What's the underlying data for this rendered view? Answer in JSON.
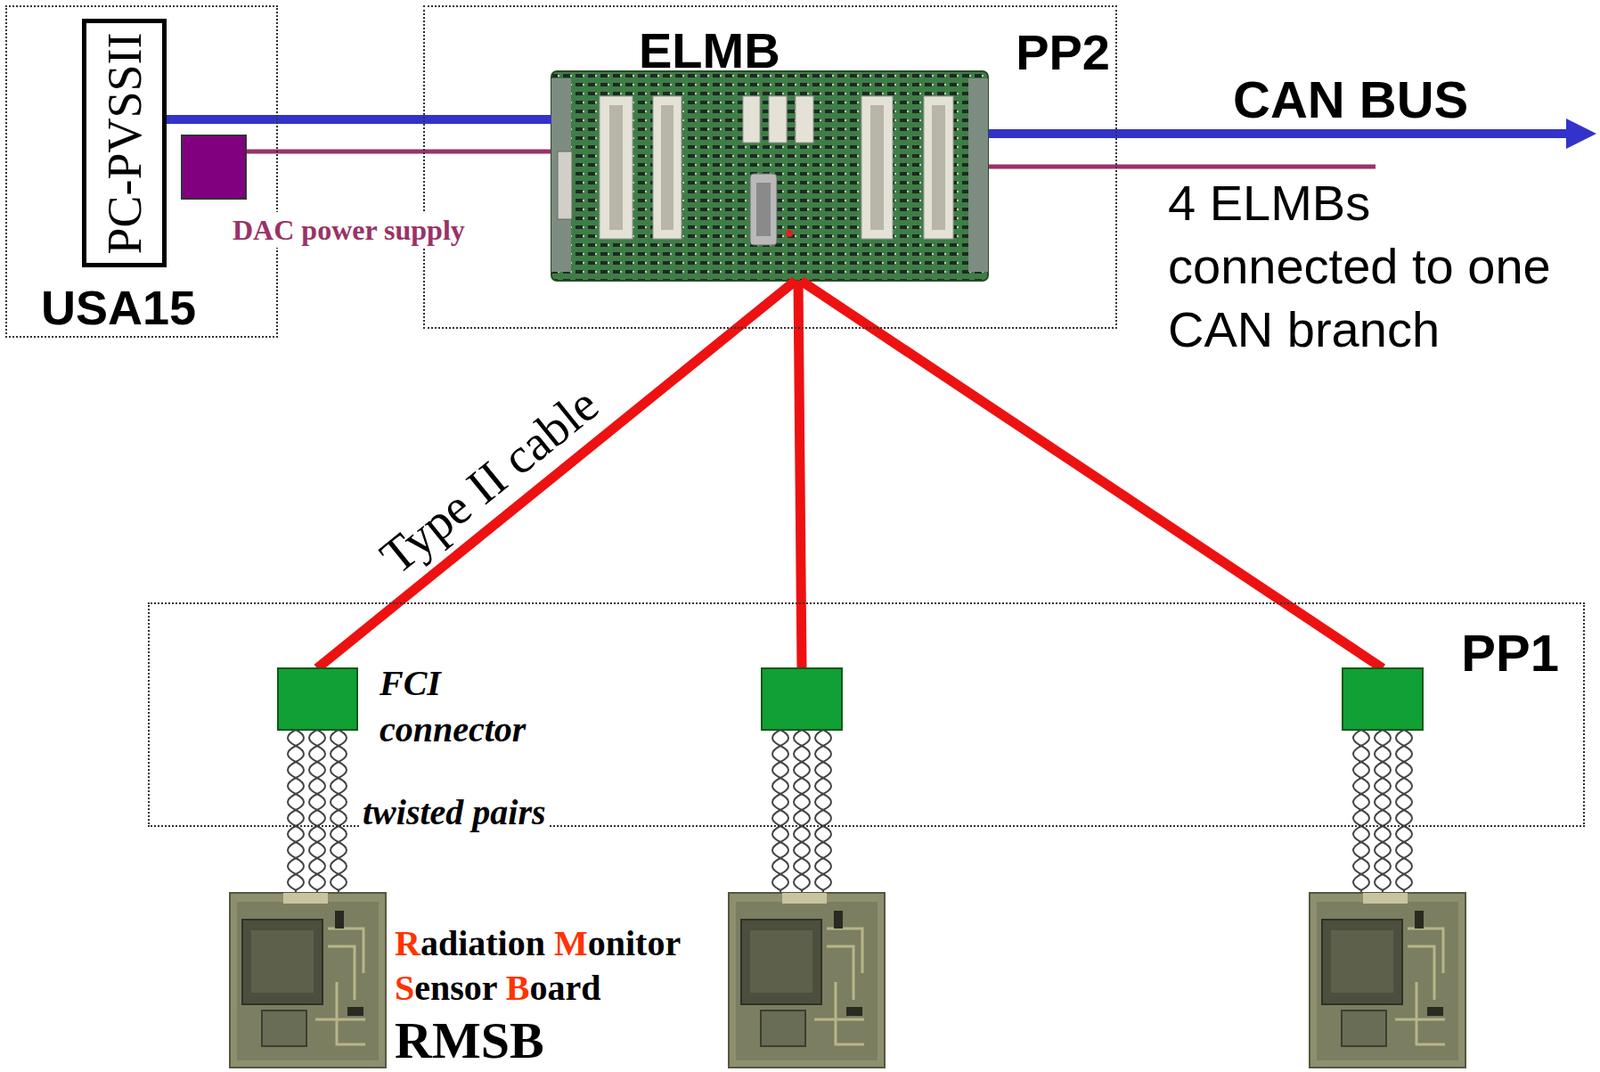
{
  "diagram": {
    "nodes": [
      {
        "text": [
          "USA15"
        ]
      },
      {
        "text": [
          "PC-PVSSII"
        ],
        "in": 0
      },
      {
        "text": [
          "PP2"
        ]
      },
      {
        "text": [
          "ELMB"
        ],
        "in": 2
      },
      {
        "text": [
          "PP1"
        ]
      }
    ],
    "edges": [
      {
        "from": 1,
        "to": 3,
        "arrow": "none"
      }
    ],
    "labels": [
      "DAC power supply",
      "CAN BUS",
      "4 ELMBs connected to one CAN branch",
      "Type II cable",
      "FCI connector",
      "twisted pairs",
      "Radiation Monitor Sensor Board",
      "RMSB"
    ]
  }
}
